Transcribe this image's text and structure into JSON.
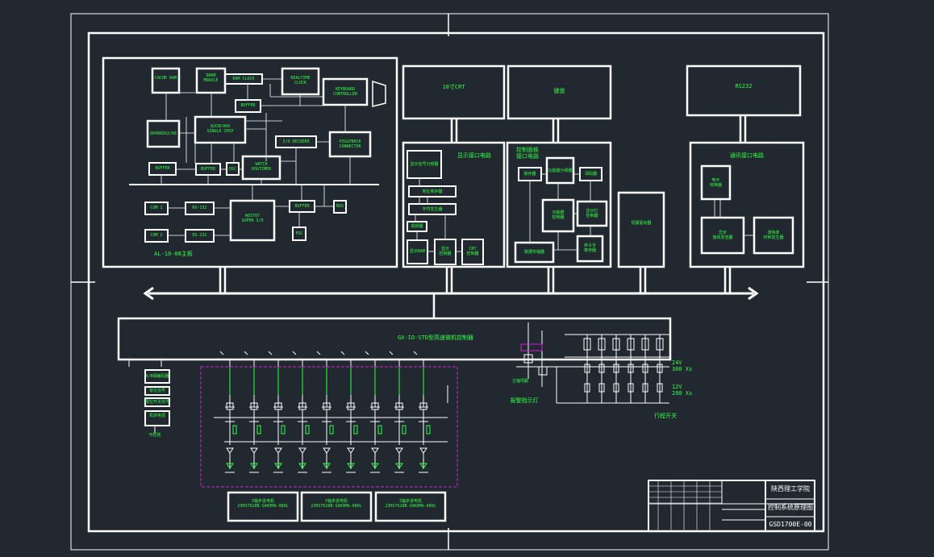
{
  "colors": {
    "background": "#212830",
    "lines": "#ffffff",
    "labels": "#33ff44",
    "accent": "#d020d0"
  },
  "cpu_board": {
    "cache_ram": "CACHE RAM",
    "dram": "DRAM\nMODULE",
    "ram_clock": "RAM CLOCK",
    "realtime_clock": "REALTIME\nCLOCK",
    "keyboard": "KEYBOARD\nCONTROLLER",
    "buffer_top": "BUFFER",
    "processor": "80486DX2/66",
    "single_chip": "82C8C460\nSINGLE CHIP",
    "buffer_left": "BUFFER",
    "buffer_mid": "BUFFER",
    "osc": "OSC",
    "watch_dog": "WATCH\nDOGTIMER",
    "io_decoder": "I/O DECODER",
    "piggyback": "PIGGYBACK\nCONNECTOR",
    "com1": "COM 1",
    "com2": "COM 2",
    "rs232_1": "RS-232",
    "rs232_2": "RS-232",
    "super_io": "W83787\nSUPER I/O",
    "buffer_io": "BUFFER",
    "fdc": "FDC",
    "bus_out": "BUS",
    "board_name": "AL-10-08主板"
  },
  "top_modules": {
    "crt": "10寸CRT",
    "keyboard": "键盘",
    "rs232": "RS232"
  },
  "module_a": {
    "title": "显示接口电路",
    "sub1": "显示信号分频器",
    "sub2": "地址寄存器",
    "sub3": "字符发生器",
    "sub4": "视频器",
    "ram": "显示RAM",
    "sub5": "显示\n控制器",
    "crt_ctrl": "CRT\n控制器"
  },
  "module_b": {
    "title": "控制面板\n接口电路",
    "sub1": "锁存器",
    "sub2": "功能键分频器",
    "sub3": "译码器",
    "sub4": "显示灯\n控制器",
    "sub5": "功能键\n控制器",
    "sub6": "数据传输器",
    "sub7": "命令字\n寄存器"
  },
  "module_c": {
    "label": "伺服驱动器"
  },
  "module_d": {
    "title": "通讯接口电路",
    "sub1": "电平\n转换器",
    "sub2": "异步\n接收发送器",
    "sub3": "波特率\n时钟发生器"
  },
  "io_board": {
    "title": "GX-IO-STD型高速微机控制器",
    "side1": "A/B相编码器",
    "side2": "零位信号",
    "side3": "限位开关信号",
    "side4": "机床电源",
    "side5": "可控硅",
    "spindle": "主轴伺服",
    "power1": "24V\n300 Xs",
    "power2": "12V\n200 Xs",
    "switch": "行程开关",
    "alarm": "报警指示灯",
    "motor1": "X轴步进电机\n23HS7628B-SAKOMA-080L",
    "motor2": "Y轴步进电机\n23HS7628B-SAKOMA-080L",
    "motor3": "Z轴步进电机\n23HS7628B-SAKOMA-080L"
  },
  "title_block": {
    "school": "陕西理工学院",
    "drawing": "控制系统原理图",
    "number": "GSD1700E-00"
  }
}
